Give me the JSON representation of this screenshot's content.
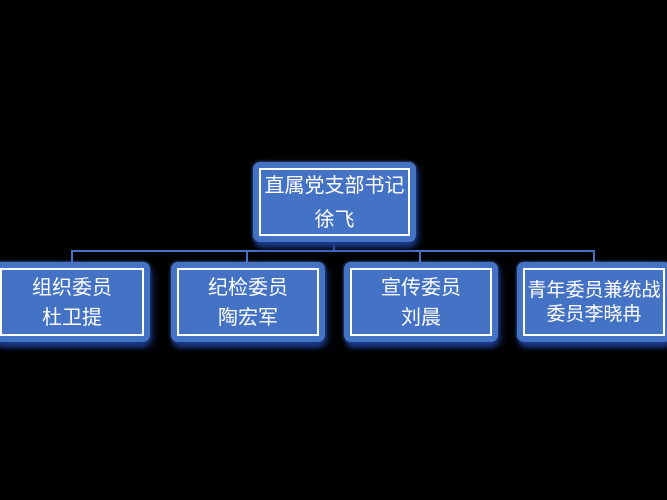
{
  "page": {
    "background": "#000000"
  },
  "colors": {
    "page_bg": "#000000",
    "node_fill": "#4472C4",
    "node_border": "#FFFFFF",
    "connector": "#4472C4",
    "shadow": "#1E3E8C",
    "text": "#FFFFFF"
  },
  "org_chart": {
    "root": {
      "line1": "直属党支部书记",
      "line2": "徐飞"
    },
    "nodes": [
      {
        "line1": "组织委员",
        "line2": "杜卫提"
      },
      {
        "line1": "纪检委员",
        "line2": "陶宏军"
      },
      {
        "line1": "宣传委员",
        "line2": "刘晨"
      },
      {
        "line1": "青年委员兼统战",
        "line2": "委员李晓冉"
      }
    ]
  }
}
